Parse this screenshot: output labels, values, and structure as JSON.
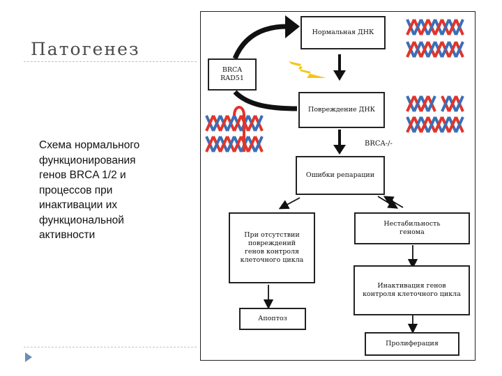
{
  "slide": {
    "title": "Патогенез",
    "body_lines": [
      "Схема нормального",
      "функционирования",
      "генов BRCA 1/2  и",
      "процессов при",
      "инактивации их",
      "функциональной",
      "активности"
    ]
  },
  "diagram": {
    "brca_box": [
      "BRCA",
      "RAD51"
    ],
    "normal_dna": "Нормальная ДНК",
    "dna_damage": "Повреждение ДНК",
    "brca_status": "BRCA-/-",
    "repair_errors": "Ошибки репарации",
    "no_damage_box": [
      "При отсутствии",
      "повреждений",
      "генов контроля",
      "клеточного цикла"
    ],
    "instability_box": [
      "Нестабильность",
      "генома"
    ],
    "apoptosis": "Апоптоз",
    "inactivation_box": [
      "Инактивация генов",
      "контроля клеточного цикла"
    ],
    "proliferation": "Пролиферация"
  },
  "colors": {
    "strand_red": "#e0352b",
    "strand_blue": "#3b6fb6",
    "lightning": "#f5c518",
    "bullet": "#6d8db7"
  }
}
